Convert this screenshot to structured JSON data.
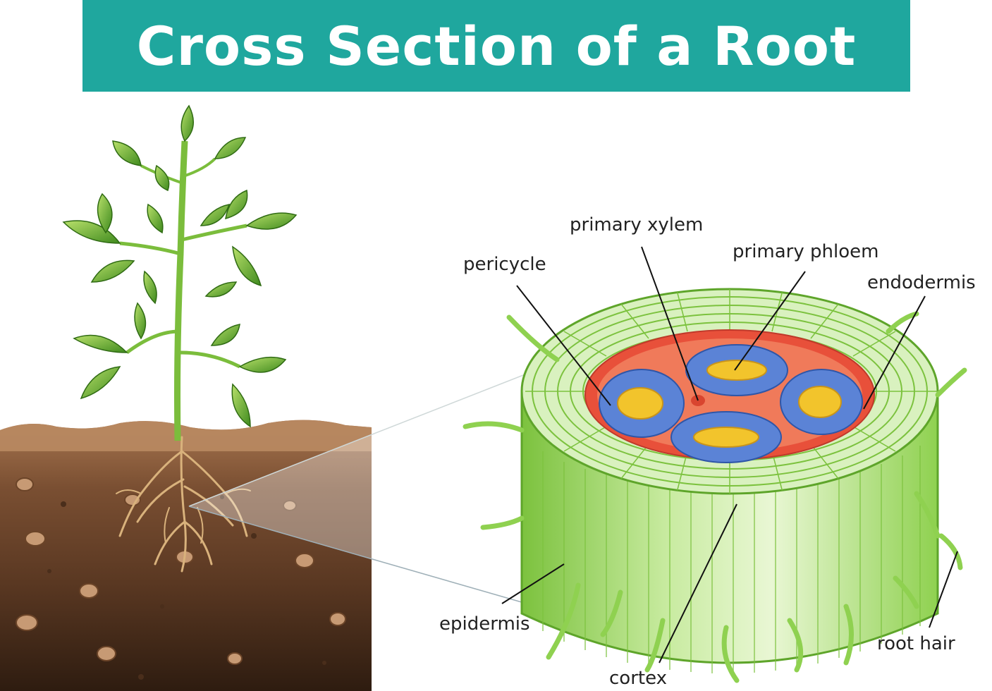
{
  "title": "Cross Section of a Root",
  "labels": {
    "primary_xylem": "primary xylem",
    "primary_phloem": "primary phloem",
    "pericycle": "pericycle",
    "endodermis": "endodermis",
    "epidermis": "epidermis",
    "cortex": "cortex",
    "root_hair": "root hair"
  },
  "colors": {
    "banner": "#1fa79e",
    "soil_top": "#9b6b48",
    "soil_deep": "#3e2617",
    "leaf": "#5aa62c",
    "cortex_cells": "#bfe59a",
    "pericycle": "#e8503a",
    "phloem": "#5b83d6",
    "xylem": "#f2c42c",
    "epidermis": "#8fd150"
  }
}
